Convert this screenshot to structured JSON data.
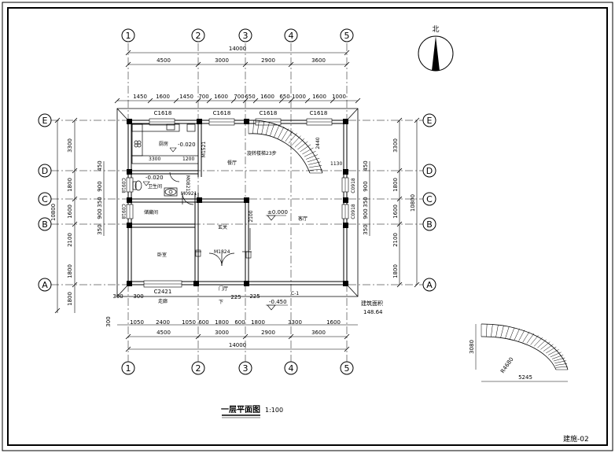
{
  "title": "一层平面图",
  "scale": "1:100",
  "sheet_number": "建施-02",
  "north_label": "北",
  "axes_columns": [
    "1",
    "2",
    "3",
    "4",
    "5"
  ],
  "axes_rows": [
    "E",
    "D",
    "C",
    "B",
    "A"
  ],
  "top_total": "14000",
  "top_main_dims": [
    "4500",
    "3000",
    "2900",
    "3600"
  ],
  "top_detail_dims": [
    "1450",
    "1600",
    "1450",
    "700",
    "1600",
    "700",
    "650",
    "1600",
    "650",
    "1000",
    "1600",
    "1000"
  ],
  "bottom_detail_dims": [
    "300",
    "300",
    "1050",
    "2400",
    "1050",
    "600",
    "1800",
    "600",
    "1800",
    "3300",
    "1600",
    "225",
    "225",
    "300"
  ],
  "bottom_main_dims": [
    "4500",
    "3000",
    "2900",
    "3600"
  ],
  "bottom_total": "14000",
  "left_outer_total": "10800",
  "left_main_dims": [
    "3300",
    "1800",
    "1600",
    "2100",
    "1800",
    "1800"
  ],
  "left_detail_dims": [
    "450",
    "900",
    "350",
    "900",
    "350"
  ],
  "right_outer_total": "10800",
  "right_main_dims": [
    "3300",
    "1800",
    "1600",
    "2100",
    "1800"
  ],
  "right_detail_dims": [
    "450",
    "900",
    "350",
    "900",
    "350"
  ],
  "window_labels": [
    "C1618",
    "C1618",
    "C1618",
    "C1618",
    "C2421",
    "C0918",
    "C0918",
    "C0918",
    "C0918"
  ],
  "door_labels": [
    "M1521",
    "M0921",
    "M0821",
    "M1824",
    "C-1"
  ],
  "room_labels": [
    "厨房",
    "餐厅",
    "卫生间",
    "储藏间",
    "卧室",
    "玄关",
    "客厅",
    "门厅",
    "走廊",
    "下"
  ],
  "level_marks": [
    "-0.020",
    "-0.020",
    "±0.000",
    "-0.450"
  ],
  "small_dims": [
    "3300",
    "1200",
    "2440",
    "1130",
    "2100"
  ],
  "stair_note": "旋转楼梯23步",
  "area_label": "建筑面积",
  "area_value": "148.64",
  "stair_detail_dims": [
    "3080",
    "5245",
    "R4680"
  ]
}
